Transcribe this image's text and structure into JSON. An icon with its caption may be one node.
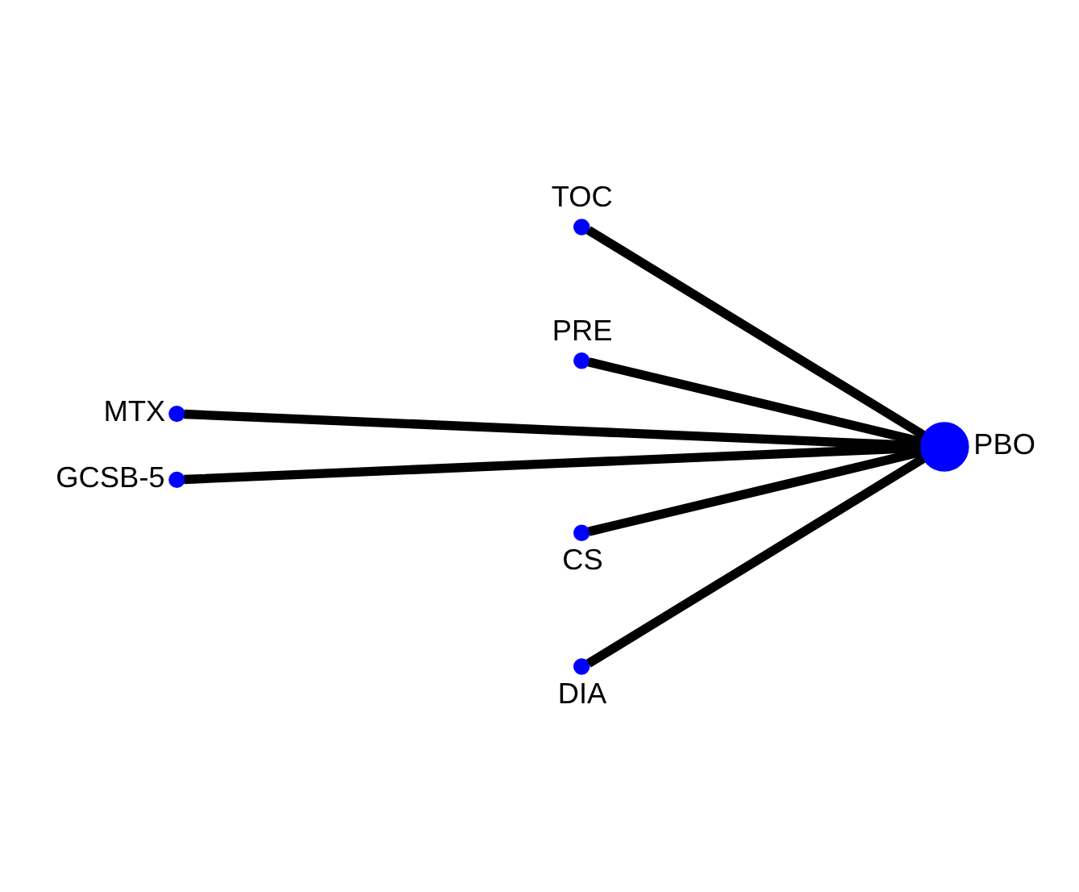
{
  "diagram": {
    "nodes": [
      {
        "text": [
          "TOC"
        ]
      },
      {
        "text": [
          "PRE"
        ]
      },
      {
        "text": [
          "MTX"
        ]
      },
      {
        "text": [
          "PBO"
        ]
      },
      {
        "text": [
          "GCSB-5"
        ]
      },
      {
        "text": [
          "CS"
        ]
      },
      {
        "text": [
          "DIA"
        ]
      }
    ],
    "edges": [
      {
        "from": 3,
        "to": 0,
        "arrow": "none"
      },
      {
        "from": 3,
        "to": 1,
        "arrow": "none"
      },
      {
        "from": 3,
        "to": 2,
        "arrow": "none"
      },
      {
        "from": 3,
        "to": 4,
        "arrow": "none"
      },
      {
        "from": 3,
        "to": 5,
        "arrow": "none"
      },
      {
        "from": 3,
        "to": 6,
        "arrow": "none"
      }
    ]
  }
}
